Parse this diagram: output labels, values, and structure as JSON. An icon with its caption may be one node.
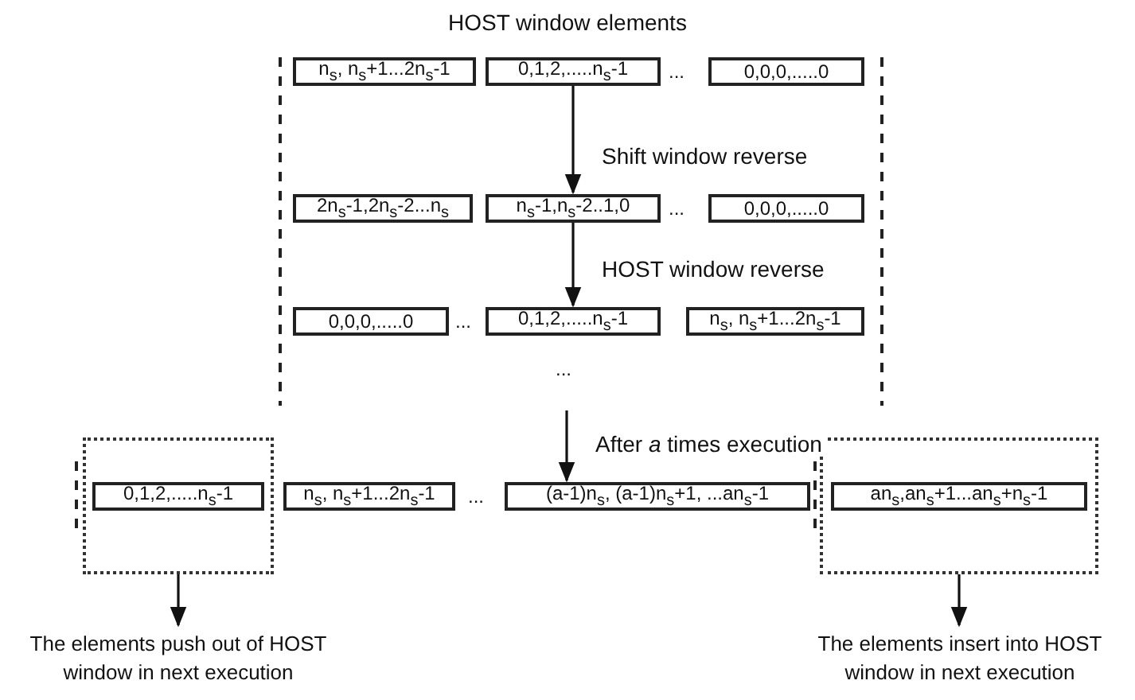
{
  "diagram": {
    "title": "HOST window elements",
    "nodes": [
      {
        "text": [
          "n$_{s}$, n$_{s}$+1...2n$_{s}$-1"
        ]
      },
      {
        "text": [
          "0,1,2,.....n$_{s}$-1"
        ]
      },
      {
        "text": [
          "0,0,0,.....0"
        ]
      },
      {
        "text": [
          "2n$_{s}$-1,2n$_{s}$-2...n$_{s}$"
        ]
      },
      {
        "text": [
          "n$_{s}$-1,n$_{s}$-2..1,0"
        ]
      },
      {
        "text": [
          "0,0,0,.....0"
        ]
      },
      {
        "text": [
          "0,0,0,.....0"
        ]
      },
      {
        "text": [
          "0,1,2,.....n$_{s}$-1"
        ]
      },
      {
        "text": [
          "n$_{s}$, n$_{s}$+1...2n$_{s}$-1"
        ]
      },
      {
        "text": [],
        "shape": "box"
      },
      {
        "text": [
          "0,1,2,.....n$_{s}$-1"
        ],
        "in": 9
      },
      {
        "text": [
          "n$_{s}$, n$_{s}$+1...2n$_{s}$-1"
        ]
      },
      {
        "text": [
          "(a-1)n$_{s}$, (a-1)n$_{s}$+1, ...an$_{s}$-1"
        ]
      },
      {
        "text": [],
        "shape": "box"
      },
      {
        "text": [
          "an$_{s}$,an$_{s}$+1...an$_{s}$+n$_{s}$-1"
        ],
        "in": 13
      },
      {
        "text": [
          "The elements push out of HOST window in next execution"
        ]
      },
      {
        "text": [
          "The elements insert into HOST window in next execution"
        ]
      }
    ],
    "edges": [
      {
        "from": 1,
        "to": 4,
        "arrow": "to",
        "label": "Shift window reverse"
      },
      {
        "from": 4,
        "to": 7,
        "arrow": "to",
        "label": "HOST window reverse"
      },
      {
        "from": null,
        "to": 12,
        "arrow": "to",
        "label": "After *a* times execution"
      },
      {
        "from": 9,
        "to": 15,
        "arrow": "to"
      },
      {
        "from": 13,
        "to": 16,
        "arrow": "to"
      }
    ],
    "labels": [
      "...",
      "...",
      "...",
      "...",
      "..."
    ]
  }
}
